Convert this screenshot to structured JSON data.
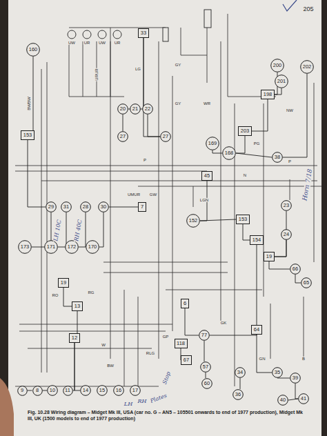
{
  "diagram": {
    "caption": "Fig. 10.28 Wiring diagram – Midget Mk III, USA (car no. G – AN5 – 105501 onwards to end of 1977 production), Midget Mk III, UK (1500 models to end of 1977 production)",
    "nodes": [
      {
        "text": [
          "160"
        ]
      },
      {
        "text": [
          "153"
        ]
      },
      {
        "text": [
          "33"
        ]
      },
      {
        "text": [
          "20"
        ]
      },
      {
        "text": [
          "21"
        ]
      },
      {
        "text": [
          "22"
        ]
      },
      {
        "text": [
          "27"
        ]
      },
      {
        "text": [
          "27"
        ]
      },
      {
        "text": [
          "200"
        ]
      },
      {
        "text": [
          "201"
        ]
      },
      {
        "text": [
          "202"
        ]
      },
      {
        "text": [
          "198"
        ]
      },
      {
        "text": [
          "203"
        ]
      },
      {
        "text": [
          "169"
        ]
      },
      {
        "text": [
          "168"
        ]
      },
      {
        "text": [
          "38"
        ]
      },
      {
        "text": [
          "29"
        ]
      },
      {
        "text": [
          "31"
        ]
      },
      {
        "text": [
          "28"
        ]
      },
      {
        "text": [
          "30"
        ]
      },
      {
        "text": [
          "173"
        ]
      },
      {
        "text": [
          "171"
        ]
      },
      {
        "text": [
          "172"
        ]
      },
      {
        "text": [
          "170"
        ]
      },
      {
        "text": [
          "152"
        ]
      },
      {
        "text": [
          "153"
        ]
      },
      {
        "text": [
          "154"
        ]
      },
      {
        "text": [
          "23"
        ]
      },
      {
        "text": [
          "24"
        ]
      },
      {
        "text": [
          "19"
        ]
      },
      {
        "text": [
          "66"
        ]
      },
      {
        "text": [
          "65"
        ]
      },
      {
        "text": [
          "19"
        ]
      },
      {
        "text": [
          "13"
        ]
      },
      {
        "text": [
          "77"
        ]
      },
      {
        "text": [
          "64"
        ]
      },
      {
        "text": [
          "118"
        ]
      },
      {
        "text": [
          "67"
        ]
      },
      {
        "text": [
          "57"
        ]
      },
      {
        "text": [
          "60"
        ]
      },
      {
        "text": [
          "34"
        ]
      },
      {
        "text": [
          "36"
        ]
      },
      {
        "text": [
          "35"
        ]
      },
      {
        "text": [
          "39"
        ]
      },
      {
        "text": [
          "41"
        ]
      },
      {
        "text": [
          "40"
        ]
      },
      {
        "text": [
          "9"
        ]
      },
      {
        "text": [
          "8"
        ]
      },
      {
        "text": [
          "10"
        ]
      },
      {
        "text": [
          "11"
        ]
      },
      {
        "text": [
          "14"
        ]
      },
      {
        "text": [
          "15"
        ]
      },
      {
        "text": [
          "16"
        ]
      },
      {
        "text": [
          "17"
        ]
      },
      {
        "text": [
          "7"
        ]
      },
      {
        "text": [
          "6"
        ]
      },
      {
        "text": [
          "45"
        ]
      },
      {
        "text": [
          "12"
        ]
      }
    ],
    "edges": [
      {
        "from": 0,
        "to": 1,
        "arrow": "none"
      },
      {
        "from": 1,
        "to": 16,
        "arrow": "none"
      },
      {
        "from": 2,
        "to": 3,
        "arrow": "none"
      },
      {
        "from": 2,
        "to": 7,
        "arrow": "none"
      },
      {
        "from": 6,
        "to": 3,
        "arrow": "none"
      },
      {
        "from": 5,
        "to": 7,
        "arrow": "none"
      },
      {
        "from": 8,
        "to": 11,
        "arrow": "none"
      },
      {
        "from": 9,
        "to": 11,
        "arrow": "none"
      },
      {
        "from": 10,
        "to": 15,
        "arrow": "none"
      },
      {
        "from": 11,
        "to": 12,
        "arrow": "none"
      },
      {
        "from": 12,
        "to": 14,
        "arrow": "none"
      },
      {
        "from": 13,
        "to": 14,
        "arrow": "none"
      },
      {
        "from": 14,
        "to": 15,
        "arrow": "none"
      },
      {
        "from": 56,
        "to": 24,
        "arrow": "none"
      },
      {
        "from": 16,
        "to": 20,
        "arrow": "none"
      },
      {
        "from": 17,
        "to": 21,
        "arrow": "none"
      },
      {
        "from": 18,
        "to": 22,
        "arrow": "none"
      },
      {
        "from": 19,
        "to": 23,
        "arrow": "none"
      },
      {
        "from": 54,
        "to": 19,
        "arrow": "none"
      },
      {
        "from": 24,
        "to": 25,
        "arrow": "none"
      },
      {
        "from": 25,
        "to": 26,
        "arrow": "none"
      },
      {
        "from": 27,
        "to": 29,
        "arrow": "none"
      },
      {
        "from": 28,
        "to": 29,
        "arrow": "none"
      },
      {
        "from": 29,
        "to": 30,
        "arrow": "none"
      },
      {
        "from": 30,
        "to": 31,
        "arrow": "none"
      },
      {
        "from": 32,
        "to": 33,
        "arrow": "none"
      },
      {
        "from": 33,
        "to": 57,
        "arrow": "none"
      },
      {
        "from": 57,
        "to": 49,
        "arrow": "none"
      },
      {
        "from": 57,
        "to": 50,
        "arrow": "none"
      },
      {
        "from": 26,
        "to": 35,
        "arrow": "none"
      },
      {
        "from": 35,
        "to": 34,
        "arrow": "none"
      },
      {
        "from": 55,
        "to": 34,
        "arrow": "none"
      },
      {
        "from": 34,
        "to": 38,
        "arrow": "none"
      },
      {
        "from": 36,
        "to": 37,
        "arrow": "none"
      },
      {
        "from": 38,
        "to": 39,
        "arrow": "none"
      },
      {
        "from": 40,
        "to": 41,
        "arrow": "none"
      },
      {
        "from": 42,
        "to": 43,
        "arrow": "none"
      },
      {
        "from": 43,
        "to": 44,
        "arrow": "none"
      },
      {
        "from": 44,
        "to": 45,
        "arrow": "none"
      },
      {
        "from": 35,
        "to": 42,
        "arrow": "none"
      },
      {
        "from": 46,
        "to": 47,
        "arrow": "none"
      },
      {
        "from": 47,
        "to": 48,
        "arrow": "none"
      }
    ],
    "labels": [
      "205",
      "BWBW",
      "UW",
      "UR",
      "UW",
      "UR",
      "URUR",
      "GY",
      "GY",
      "P",
      "P",
      "PG",
      "N",
      "LG",
      "GW",
      "UMUR",
      "LGN",
      "GK",
      "GP",
      "RLG",
      "RO",
      "RG",
      "W",
      "BW",
      "LH 10C",
      "RH 40C",
      "Horn 7/18",
      "LH",
      "RH",
      "Plates",
      "Stop",
      "WR",
      "NW",
      "B",
      "GN"
    ]
  }
}
